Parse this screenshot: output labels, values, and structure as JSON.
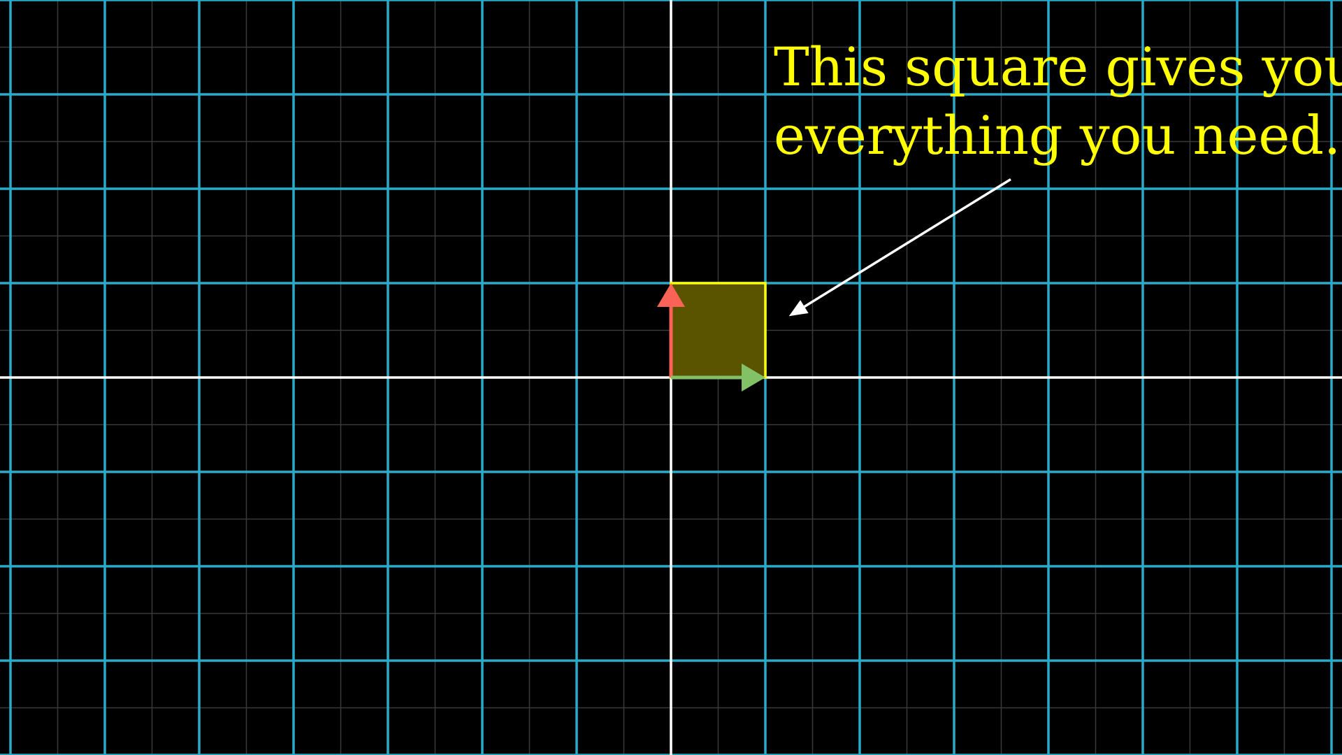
{
  "caption": {
    "lines": [
      "This square gives you",
      "everything you need."
    ]
  },
  "grid": {
    "x_range": [
      -7,
      7
    ],
    "y_range": [
      -4,
      4
    ],
    "minor_step": 0.5
  },
  "vectors": {
    "i_hat": [
      1,
      0
    ],
    "j_hat": [
      0,
      1
    ]
  },
  "unit_square": {
    "corners": [
      [
        0,
        0
      ],
      [
        1,
        0
      ],
      [
        1,
        1
      ],
      [
        0,
        1
      ]
    ]
  },
  "annotation_arrow": {
    "from": [
      3.6,
      2.1
    ],
    "to": [
      1.25,
      0.65
    ]
  },
  "colors": {
    "background": "#000000",
    "grid_major": "#29abca",
    "grid_minor": "#3a3a3a",
    "axis": "#ffffff",
    "i_hat": "#83c167",
    "j_hat": "#fc6255",
    "square_stroke": "#ffff00",
    "square_fill": "#5a5400",
    "caption": "#ffff00",
    "annotation_arrow": "#ffffff"
  }
}
